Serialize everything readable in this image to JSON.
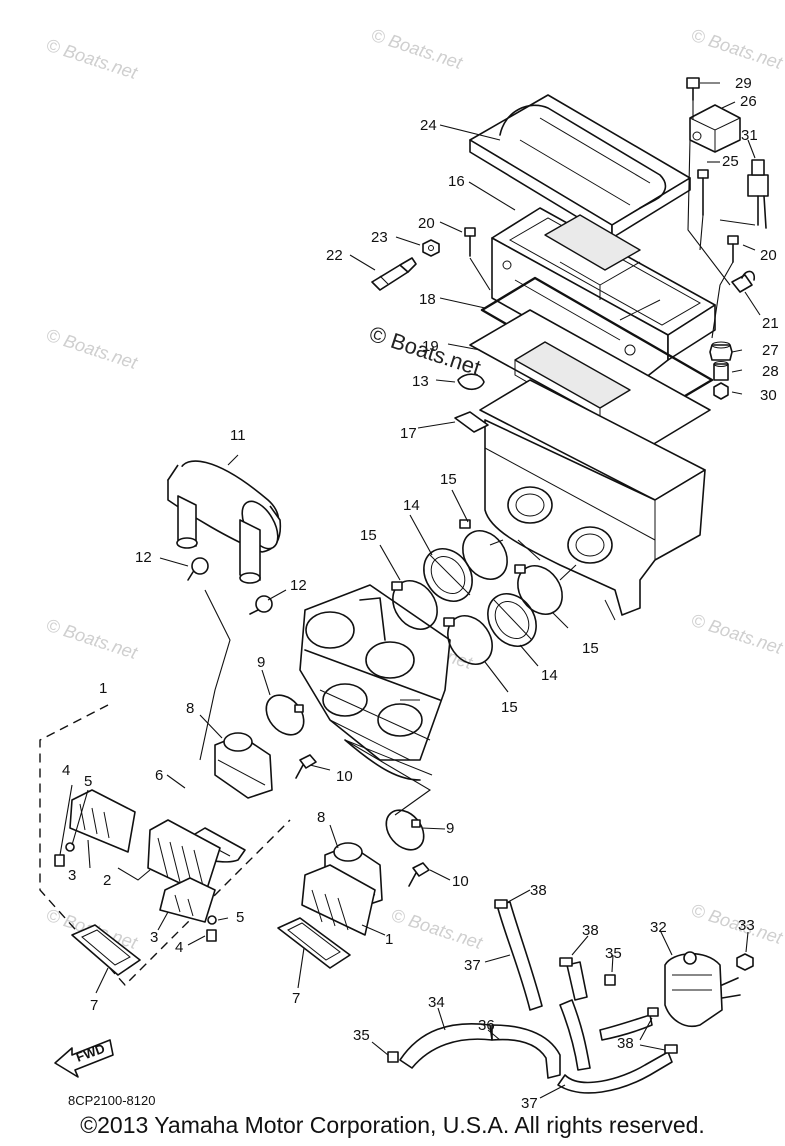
{
  "watermark": "© Boats.net",
  "watermark_main": "© Boats.net",
  "diagram_code": "8CP2100-8120",
  "fwd_label": "FWD",
  "copyright": "©2013 Yamaha Motor Corporation, U.S.A. All rights reserved.",
  "callouts": {
    "c1a": "1",
    "c1b": "1",
    "c2": "2",
    "c3a": "3",
    "c3b": "3",
    "c4a": "4",
    "c4b": "4",
    "c5a": "5",
    "c5b": "5",
    "c6": "6",
    "c7a": "7",
    "c7b": "7",
    "c8a": "8",
    "c8b": "8",
    "c9a": "9",
    "c9b": "9",
    "c10a": "10",
    "c10b": "10",
    "c11": "11",
    "c12a": "12",
    "c12b": "12",
    "c13": "13",
    "c14a": "14",
    "c14b": "14",
    "c15a": "15",
    "c15b": "15",
    "c15c": "15",
    "c15d": "15",
    "c16": "16",
    "c17": "17",
    "c18": "18",
    "c19": "19",
    "c20a": "20",
    "c20b": "20",
    "c21": "21",
    "c22": "22",
    "c23": "23",
    "c24": "24",
    "c25": "25",
    "c26": "26",
    "c27": "27",
    "c28": "28",
    "c29": "29",
    "c30": "30",
    "c31": "31",
    "c32": "32",
    "c33": "33",
    "c34": "34",
    "c35a": "35",
    "c35b": "35",
    "c36": "36",
    "c37a": "37",
    "c37b": "37",
    "c38a": "38",
    "c38b": "38",
    "c38c": "38"
  }
}
